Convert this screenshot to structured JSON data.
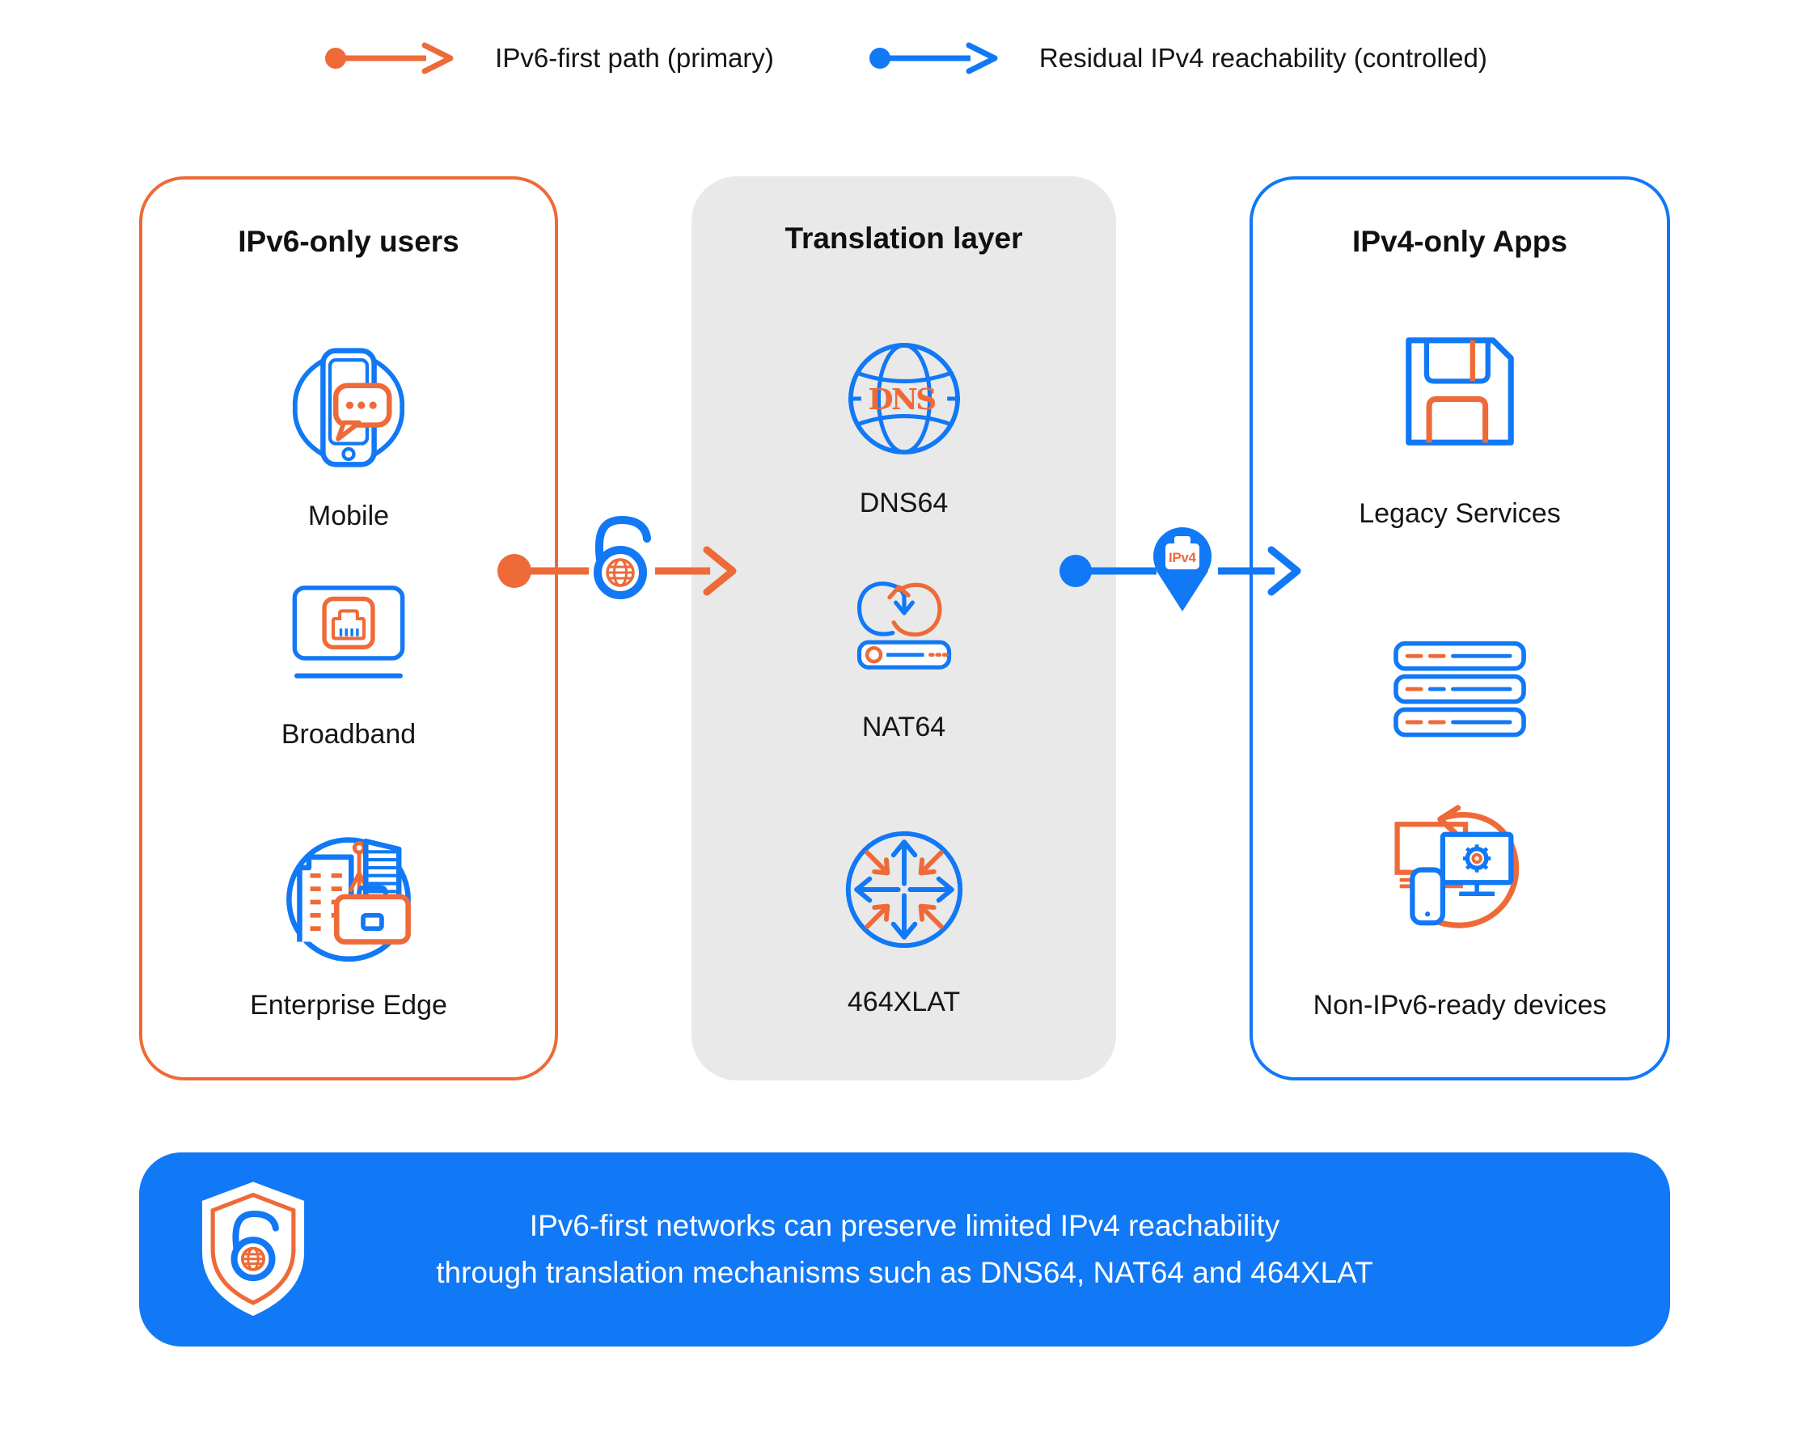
{
  "legend": {
    "items": [
      {
        "label": "IPv6-first path (primary)",
        "color": "#EE6A38",
        "icon": "orange-dot-arrow-icon"
      },
      {
        "label": "Residual IPv4 reachability (controlled)",
        "color": "#1178F6",
        "icon": "blue-dot-arrow-icon"
      }
    ]
  },
  "columns": {
    "left": {
      "title": "IPv6-only users",
      "border_color": "#EE6A38",
      "items": [
        {
          "label": "Mobile",
          "icon": "mobile-chat-icon"
        },
        {
          "label": "Broadband",
          "icon": "broadband-router-icon"
        },
        {
          "label": "Enterprise Edge",
          "icon": "enterprise-buildings-icon"
        }
      ]
    },
    "middle": {
      "title": "Translation layer",
      "background_color": "#E9E9E9",
      "items": [
        {
          "label": "DNS64",
          "icon": "dns-globe-icon",
          "globe_text": "DNS"
        },
        {
          "label": "NAT64",
          "icon": "nat64-sync-router-icon"
        },
        {
          "label": "464XLAT",
          "icon": "xlat-arrows-icon"
        }
      ]
    },
    "right": {
      "title": "IPv4-only Apps",
      "border_color": "#1178F6",
      "items": [
        {
          "label": "Legacy Services",
          "icon": "floppy-disk-icon"
        },
        {
          "label": "",
          "icon": "server-stack-icon"
        },
        {
          "label": "Non-IPv6-ready devices",
          "icon": "legacy-devices-icon"
        }
      ]
    }
  },
  "connectors": {
    "ipv6_path": {
      "icon": "ipv6-unlocked-globe-icon",
      "color": "#EE6A38"
    },
    "ipv4_path": {
      "icon": "ipv4-location-pin-icon",
      "pin_label": "IPv4",
      "color": "#1178F6"
    }
  },
  "banner": {
    "icon": "ipv6-shield-icon",
    "line1": "IPv6-first networks can preserve limited IPv4 reachability",
    "line2": "through translation mechanisms such as DNS64, NAT64 and 464XLAT",
    "background_color": "#1178F6",
    "text_color": "#ffffff"
  },
  "colors": {
    "orange": "#EE6A38",
    "blue": "#1178F6",
    "middle_box_gray": "#E9E9E9",
    "text": "#151515",
    "background": "#ffffff"
  }
}
